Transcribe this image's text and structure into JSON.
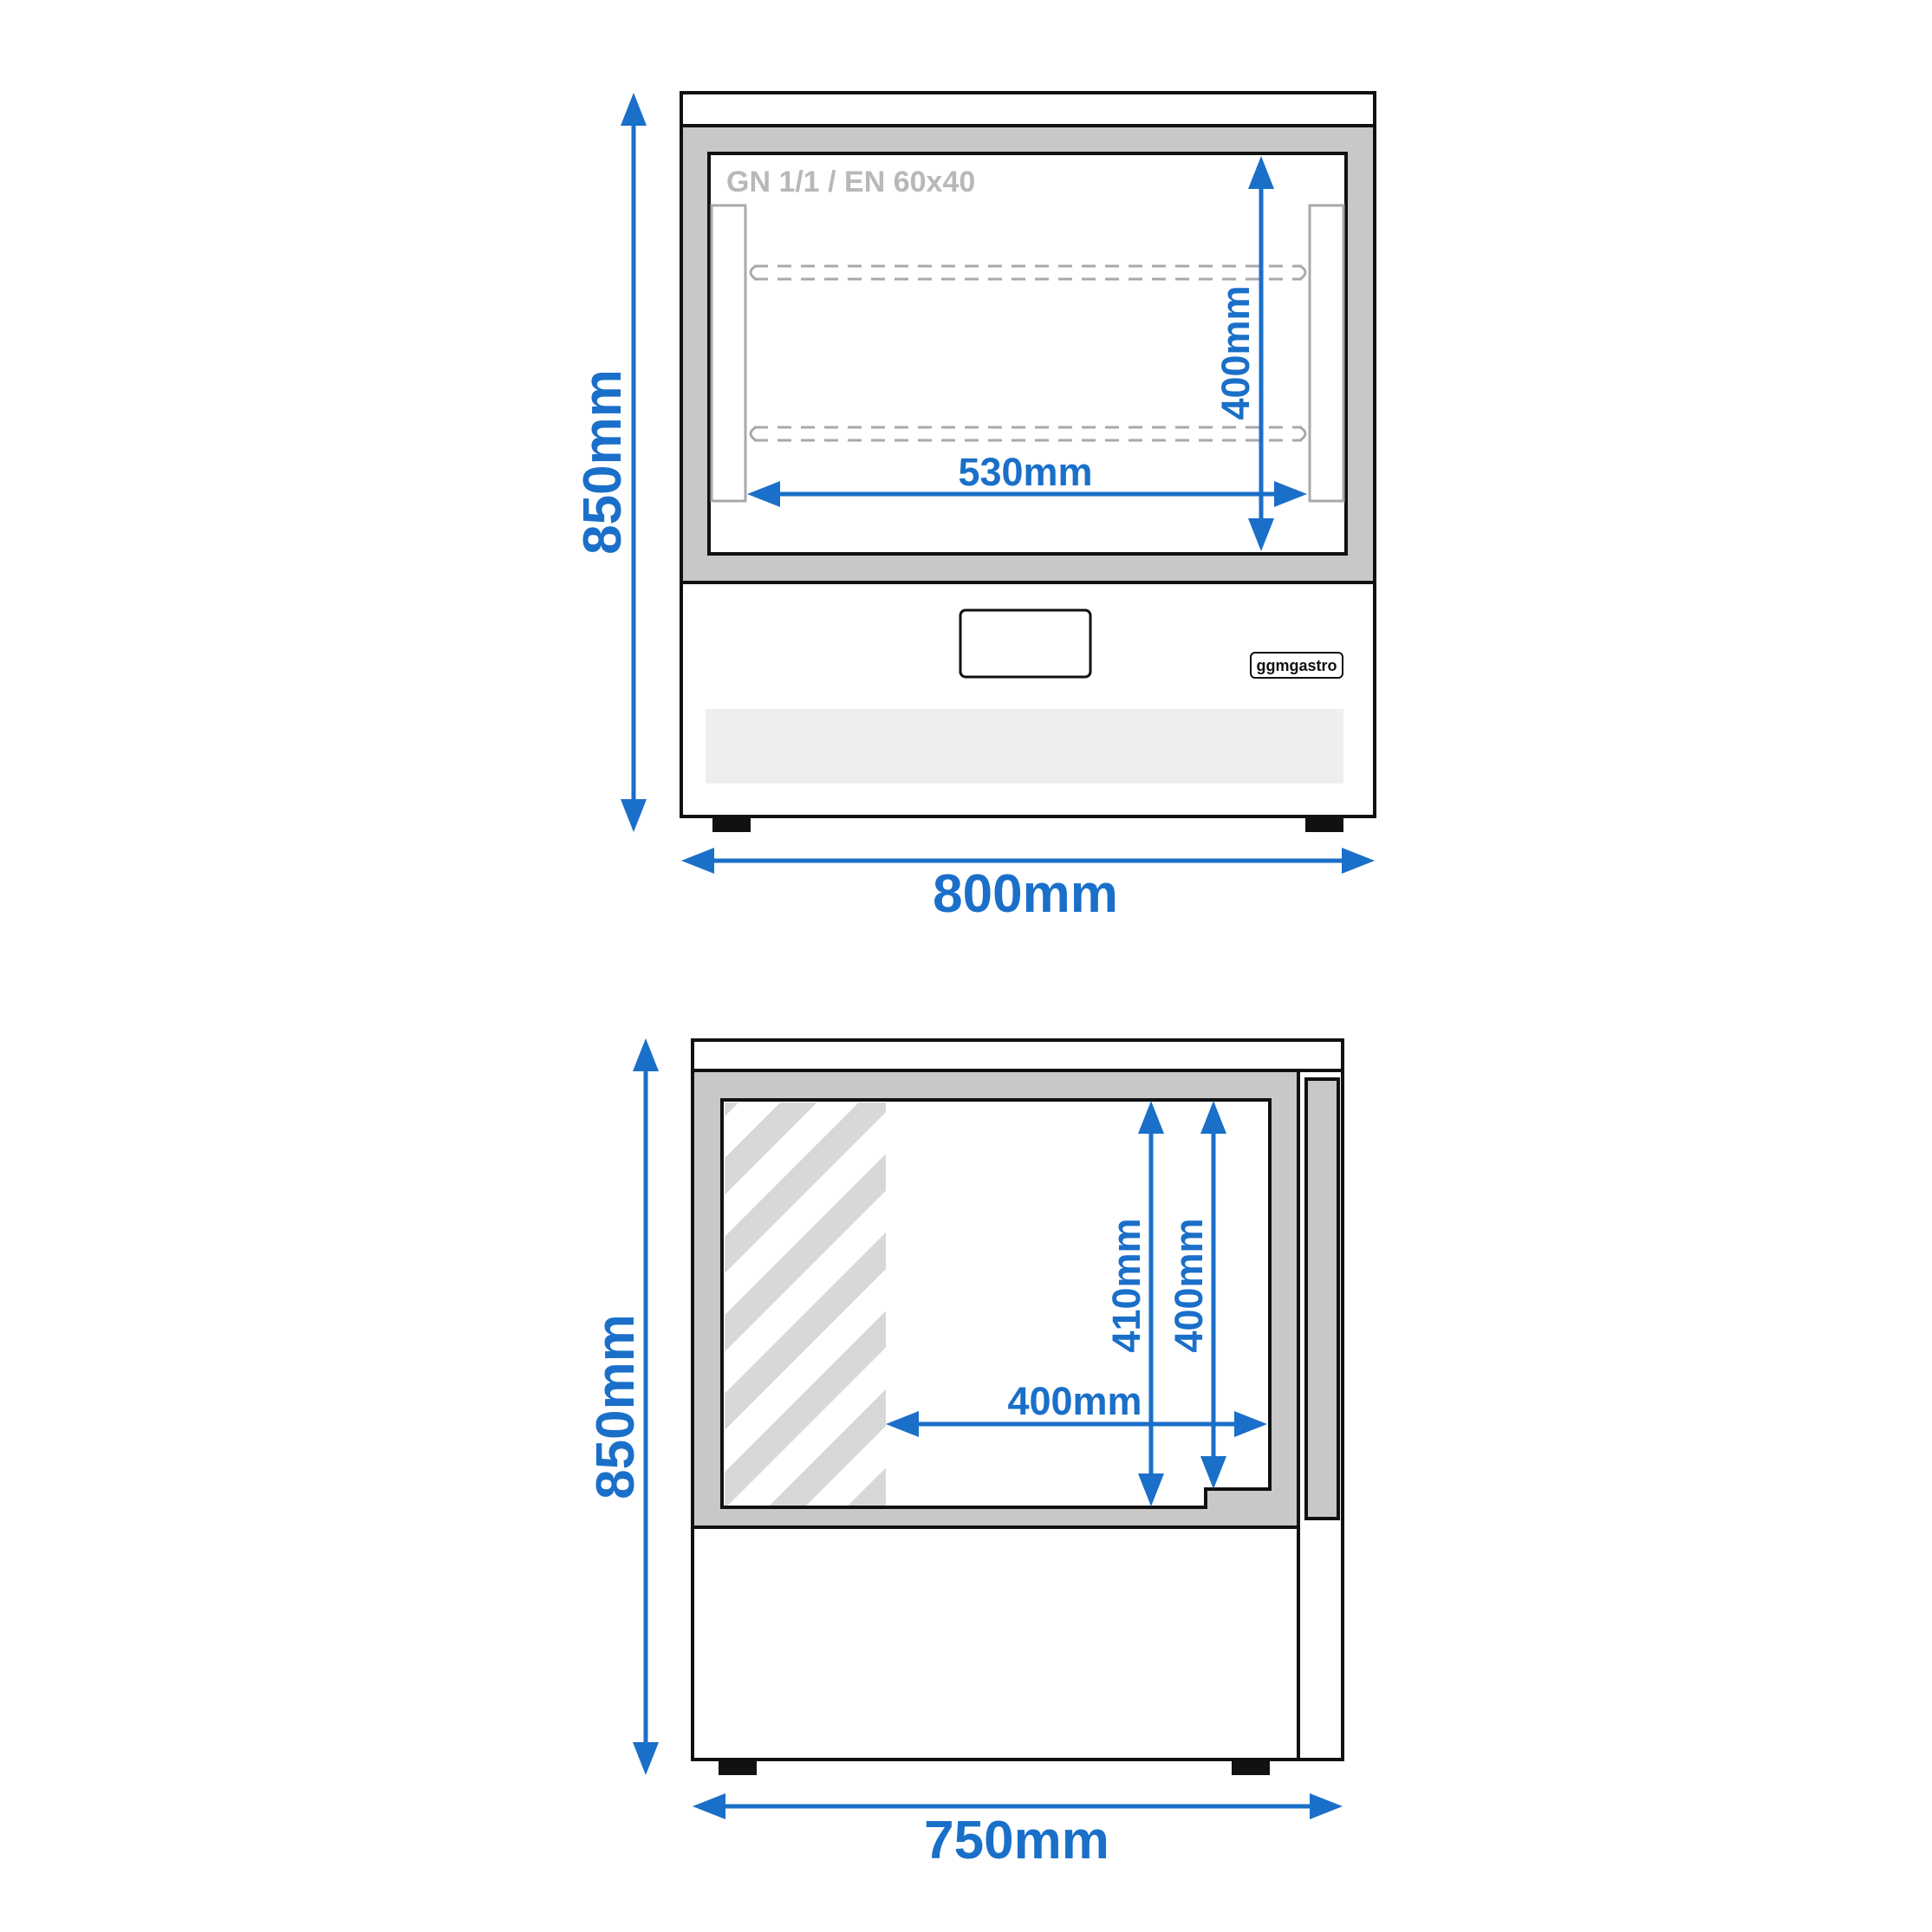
{
  "front_view": {
    "height_label": "850mm",
    "width_label": "800mm",
    "inner_width_label": "530mm",
    "inner_height_label": "400mm",
    "tray_label": "GN 1/1 / EN 60x40",
    "brand_label": "ggmgastro"
  },
  "side_view": {
    "height_label": "850mm",
    "depth_label": "750mm",
    "inner_depth_label": "400mm",
    "inner_height_a_label": "410mm",
    "inner_height_b_label": "400mm"
  },
  "colors": {
    "dimension": "#1a6fc9",
    "outline": "#111111",
    "frame_fill": "#c8c8c8",
    "hatch": "#d8d8d8"
  }
}
